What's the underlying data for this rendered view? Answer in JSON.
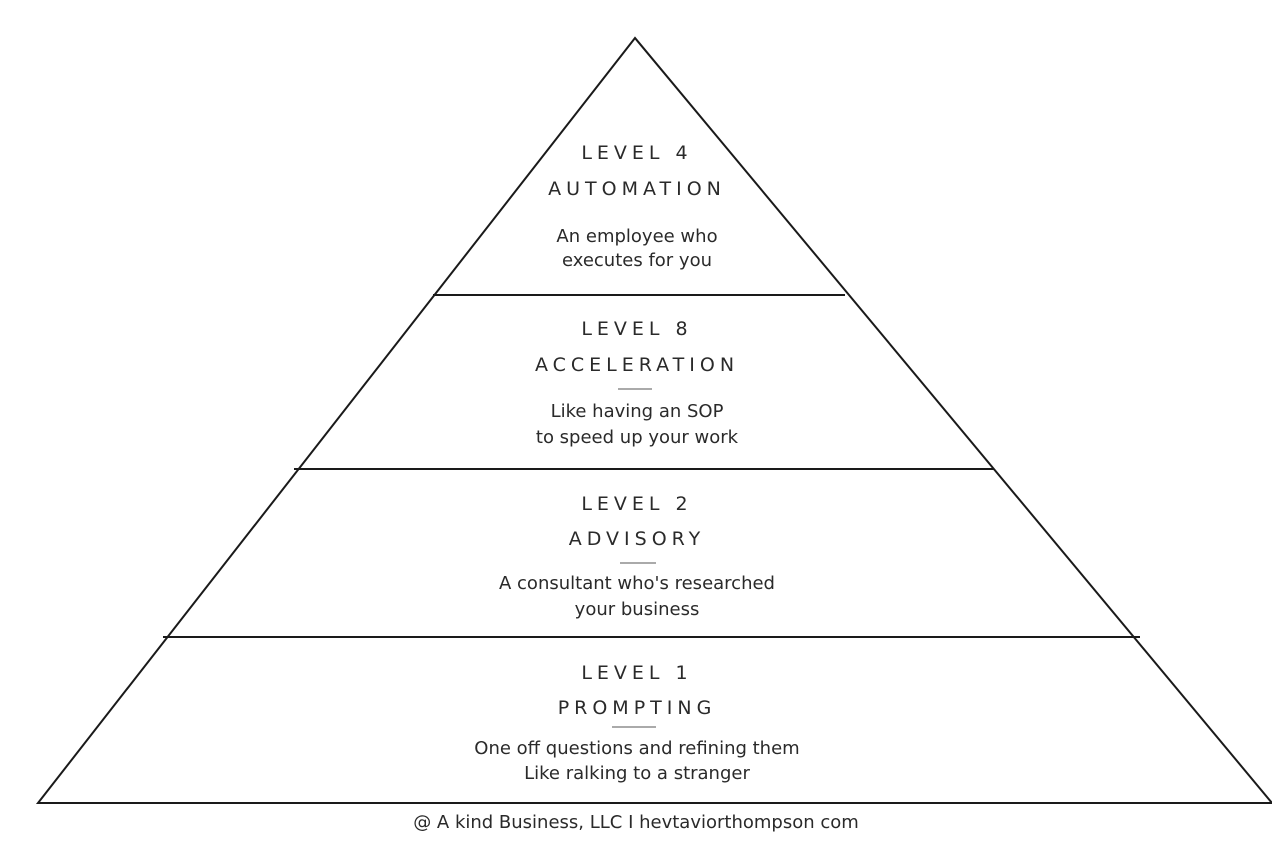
{
  "levels": [
    {
      "level": "LEVEL 4",
      "name": "AUTOMATION",
      "description_line1": "An employee who",
      "description_line2": "executes for you"
    },
    {
      "level": "LEVEL 8",
      "name": "ACCELERATION",
      "description_line1": "Like having an SOP",
      "description_line2": "to speed up your work"
    },
    {
      "level": "LEVEL 2",
      "name": "ADVISORY",
      "description_line1": "A consultant who's researched",
      "description_line2": "your business"
    },
    {
      "level": "LEVEL 1",
      "name": "PROMPTING",
      "description_line1": "One off questions and refining them",
      "description_line2": "Like ralking to a stranger"
    }
  ],
  "footer": "@ A kind Business, LLC I hevtaviorthompson com",
  "colors": {
    "line": "#1a1a1a",
    "text": "#2a2a2a",
    "background": "#ffffff"
  }
}
